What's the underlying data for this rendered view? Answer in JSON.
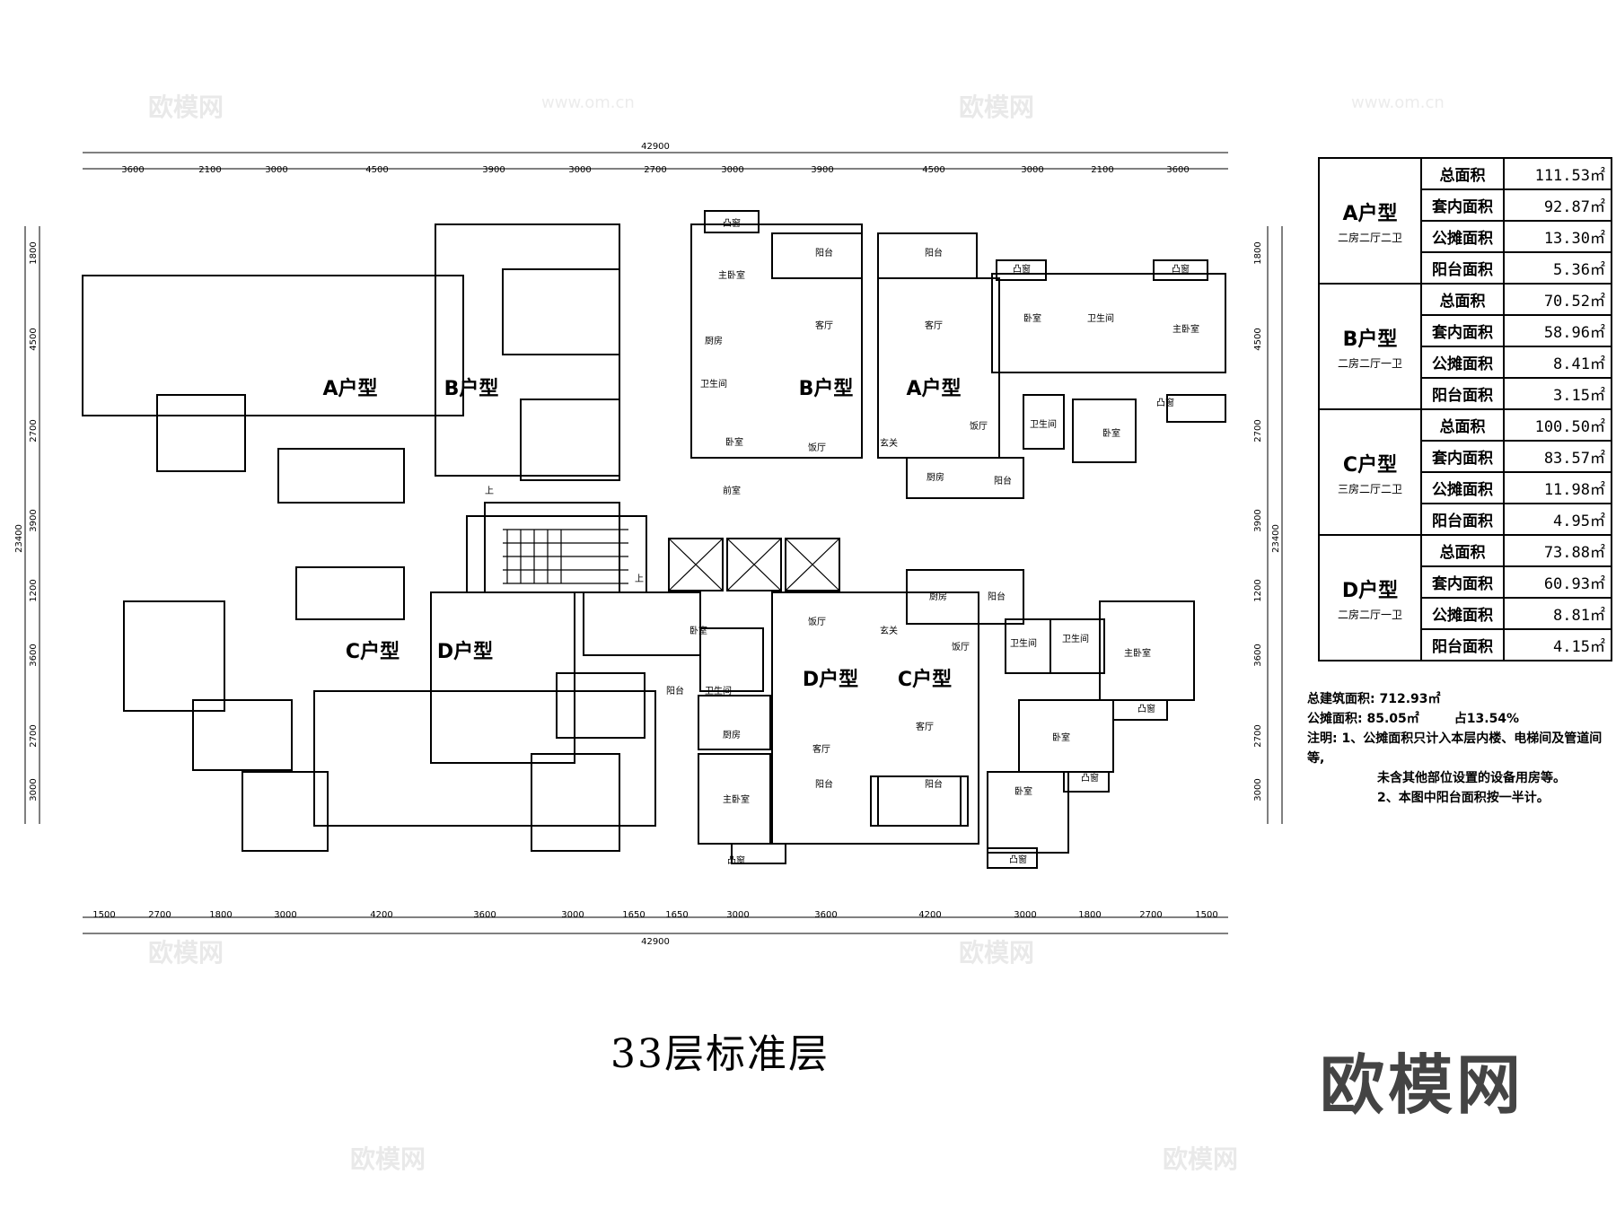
{
  "drawing": {
    "title": "33层标准层",
    "brand": "欧模网",
    "watermark_text": "欧模网",
    "watermark_url": "www.om.cn",
    "overall_dimension": "42900",
    "overall_height": "23400",
    "top_dimensions": [
      "3600",
      "2100",
      "3000",
      "4500",
      "3900",
      "3000",
      "2700",
      "3000",
      "3900",
      "4500",
      "3000",
      "2100",
      "3600"
    ],
    "bottom_dimensions": [
      "1500",
      "2700",
      "1800",
      "3000",
      "4200",
      "3600",
      "3000",
      "1650",
      "1650",
      "3000",
      "3600",
      "4200",
      "3000",
      "1800",
      "2700",
      "1500"
    ],
    "left_dimensions": [
      "1800",
      "4500",
      "2700",
      "3900",
      "1200",
      "3600",
      "2700",
      "3000"
    ],
    "right_dimensions": [
      "1800",
      "4500",
      "2700",
      "3900",
      "1200",
      "3600",
      "2700",
      "3000"
    ],
    "unit_labels": {
      "a_left": "A户型",
      "b_left": "B户型",
      "c_left": "C户型",
      "d_left": "D户型",
      "b_right": "B户型",
      "a_right": "A户型",
      "d_right": "D户型",
      "c_right": "C户型"
    },
    "room_labels": {
      "tuchuang": "凸窗",
      "zhuwoshi": "主卧室",
      "yangtai": "阳台",
      "keting": "客厅",
      "chufang": "厨房",
      "weishengjian": "卫生间",
      "woshi": "卧室",
      "canting": "饭厅",
      "xuanguan": "玄关",
      "qianshi": "前室",
      "shang": "上"
    }
  },
  "area_table": {
    "units": [
      {
        "name": "A户型",
        "desc": "二房二厅二卫",
        "rows": [
          {
            "label": "总面积",
            "value": "111.53㎡"
          },
          {
            "label": "套内面积",
            "value": "92.87㎡"
          },
          {
            "label": "公摊面积",
            "value": "13.30㎡"
          },
          {
            "label": "阳台面积",
            "value": "5.36㎡"
          }
        ]
      },
      {
        "name": "B户型",
        "desc": "二房二厅一卫",
        "rows": [
          {
            "label": "总面积",
            "value": "70.52㎡"
          },
          {
            "label": "套内面积",
            "value": "58.96㎡"
          },
          {
            "label": "公摊面积",
            "value": "8.41㎡"
          },
          {
            "label": "阳台面积",
            "value": "3.15㎡"
          }
        ]
      },
      {
        "name": "C户型",
        "desc": "三房二厅二卫",
        "rows": [
          {
            "label": "总面积",
            "value": "100.50㎡"
          },
          {
            "label": "套内面积",
            "value": "83.57㎡"
          },
          {
            "label": "公摊面积",
            "value": "11.98㎡"
          },
          {
            "label": "阳台面积",
            "value": "4.95㎡"
          }
        ]
      },
      {
        "name": "D户型",
        "desc": "二房二厅一卫",
        "rows": [
          {
            "label": "总面积",
            "value": "73.88㎡"
          },
          {
            "label": "套内面积",
            "value": "60.93㎡"
          },
          {
            "label": "公摊面积",
            "value": "8.81㎡"
          },
          {
            "label": "阳台面积",
            "value": "4.15㎡"
          }
        ]
      }
    ]
  },
  "summary": {
    "total_area": "总建筑面积: 712.93㎡",
    "shared_area": "公摊面积: 85.05㎡",
    "shared_ratio": "占13.54%",
    "note1": "注明: 1、公摊面积只计入本层内楼、电梯间及管道间等,",
    "note1b": "未含其他部位设置的设备用房等。",
    "note2": "2、本图中阳台面积按一半计。"
  }
}
